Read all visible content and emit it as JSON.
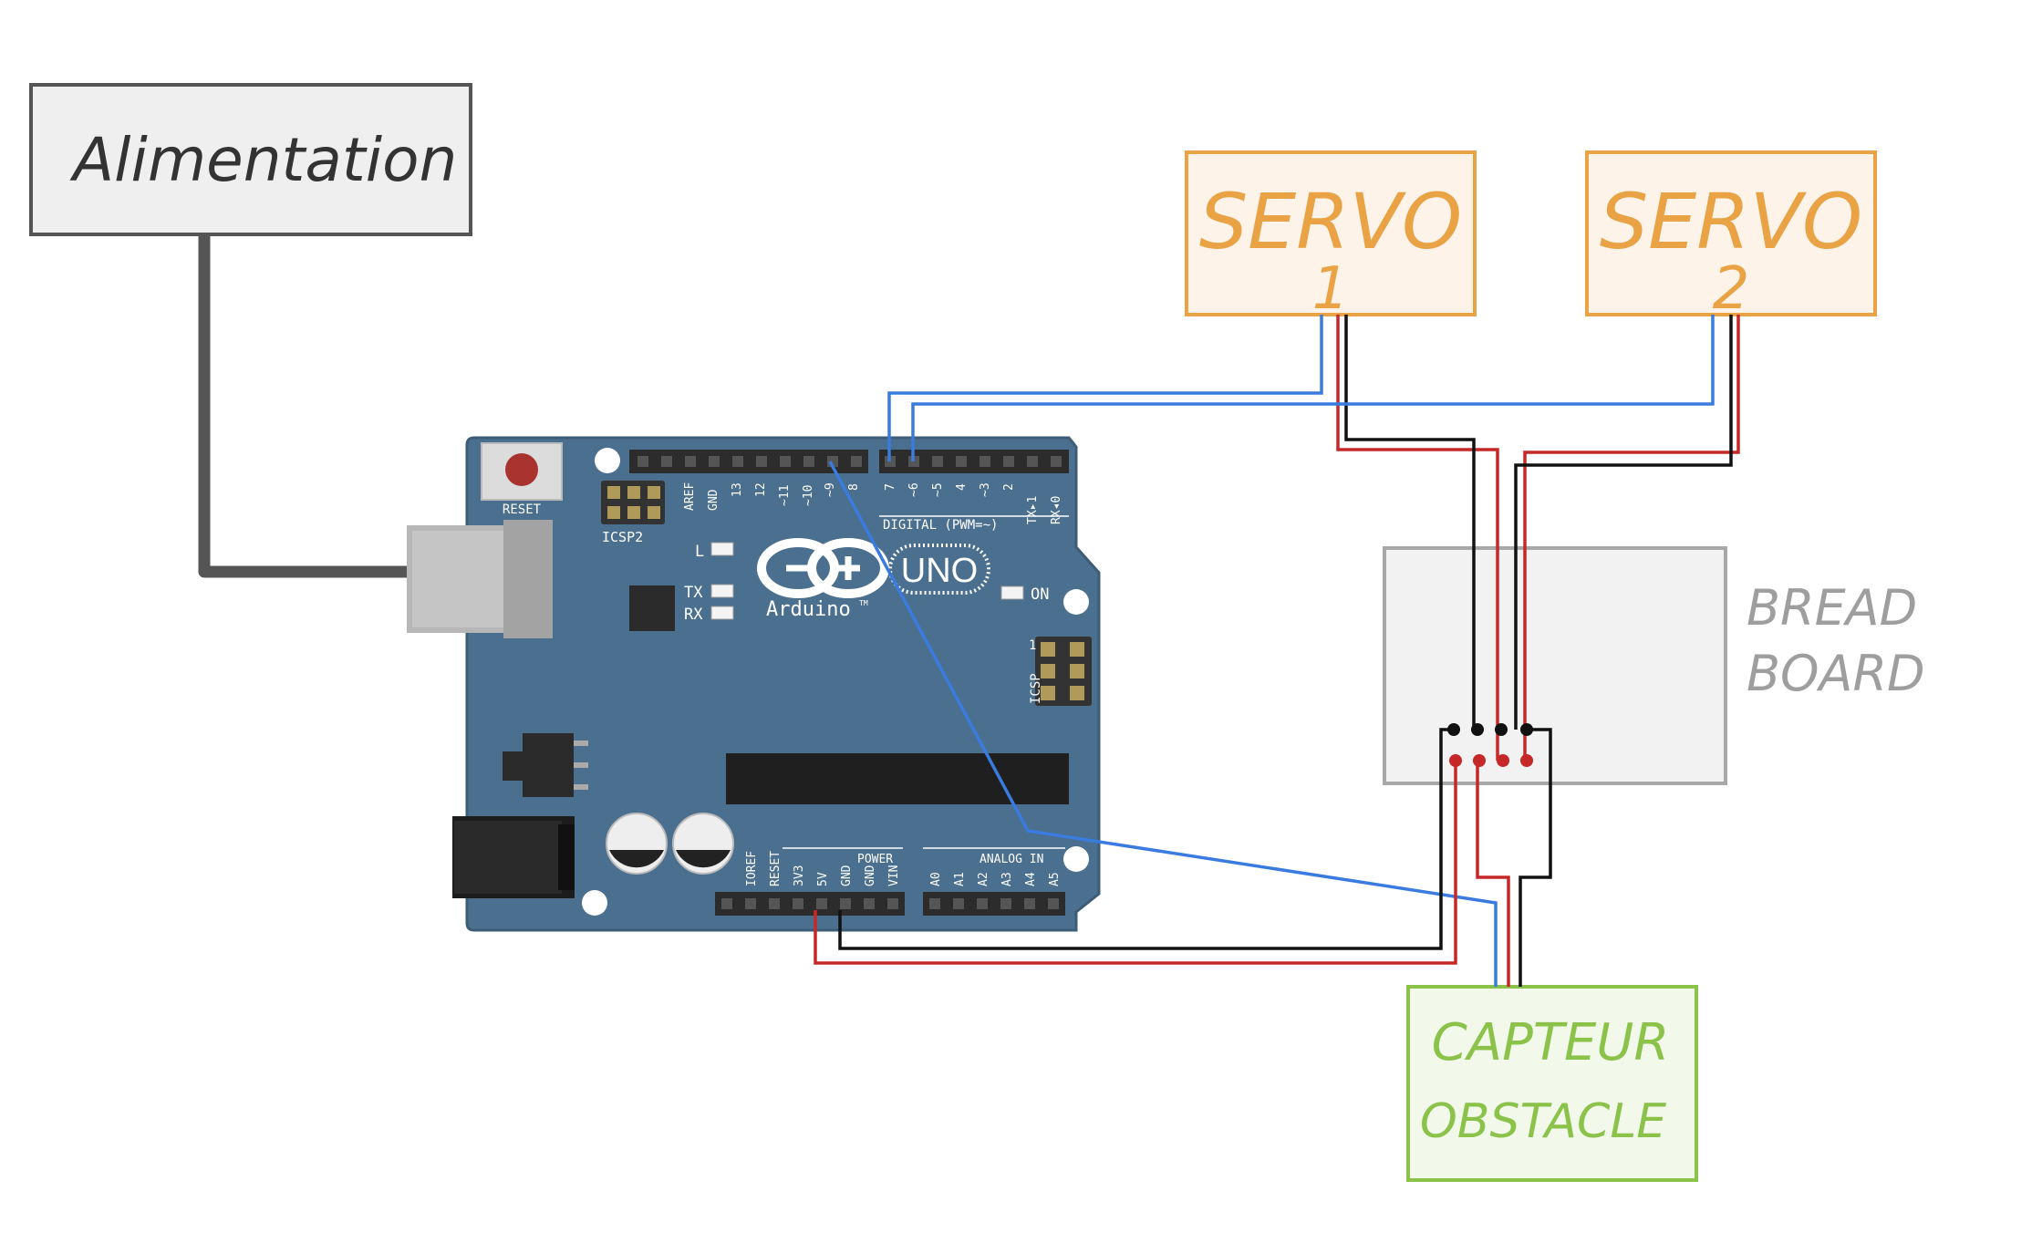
{
  "power_box": {
    "label": "Alimentation"
  },
  "servo1": {
    "line1": "SERVO",
    "line2": "1"
  },
  "servo2": {
    "line1": "SERVO",
    "line2": "2"
  },
  "breadboard": {
    "line1": "BREAD",
    "line2": "BOARD"
  },
  "sensor": {
    "line1": "CAPTEUR",
    "line2": "OBSTACLE"
  },
  "arduino": {
    "reset_label": "RESET",
    "icsp2_label": "ICSP2",
    "icsp_label": "ICSP",
    "icsp_pin1": "1",
    "l_label": "L",
    "tx_label": "TX",
    "rx_label": "RX",
    "on_label": "ON",
    "brand": "Arduino",
    "trademark": "TM",
    "model": "UNO",
    "digital_label": "DIGITAL (PWM=~)",
    "power_label": "POWER",
    "analog_label": "ANALOG IN",
    "top_pins": [
      "AREF",
      "GND",
      "13",
      "12",
      "~11",
      "~10",
      "~9",
      "8"
    ],
    "digital_pins": [
      "7",
      "~6",
      "~5",
      "4",
      "~3",
      "2",
      "TX▸1",
      "RX◂0"
    ],
    "power_pins": [
      "IOREF",
      "RESET",
      "3V3",
      "5V",
      "GND",
      "GND",
      "VIN"
    ],
    "analog_pins": [
      "A0",
      "A1",
      "A2",
      "A3",
      "A4",
      "A5"
    ]
  },
  "colors": {
    "servo": "#e9a345",
    "sensor": "#8bc34a",
    "breadboard": "#9e9e9e",
    "board": "#4a6f8f",
    "signal_wire": "#3a7be0",
    "power_wire": "#c62828",
    "ground_wire": "#111111",
    "supply_cable": "#555555"
  }
}
